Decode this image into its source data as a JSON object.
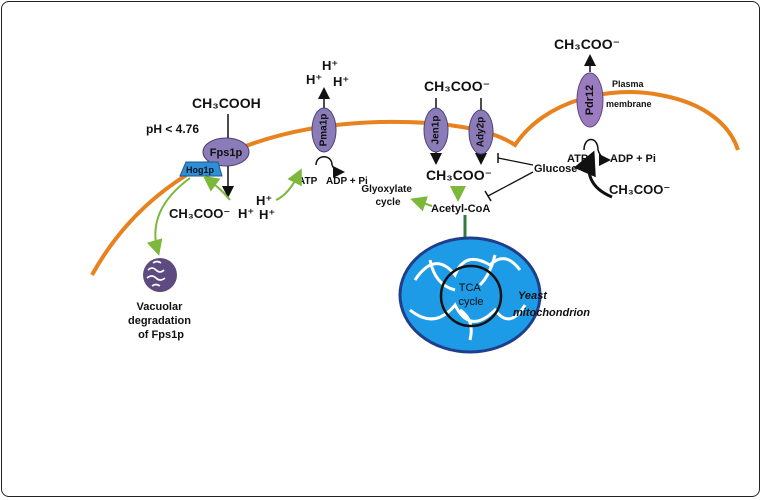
{
  "labels": {
    "ph": "pH < 4.76",
    "acetic_acid": "CH₃COOH",
    "acetate_out_right": "CH₃COO⁻",
    "acetate_top_mid": "CH₃COO⁻",
    "acetate_in_mid": "CH₃COO⁻",
    "acetate_in_left": "CH₃COO⁻",
    "acetate_in_right": "CH₃COO⁻",
    "h_out_1": "H⁺",
    "h_out_2": "H⁺",
    "h_out_3": "H⁺",
    "h_in_1": "H⁺",
    "h_in_2": "H⁺",
    "h_in_3": "H⁺",
    "atp_pma": "ATP",
    "adp_pma": "ADP + Pi",
    "atp_pdr": "ATP",
    "adp_pdr": "ADP + Pi",
    "glucose": "Glucose",
    "glyoxylate": "Glyoxylate\ncycle",
    "acetyl_coa": "Acetyl-CoA",
    "plasma_membrane": "Plasma\nmembrane",
    "vacuolar": "Vacuolar\ndegradation\nof Fps1p",
    "tca": "TCA\ncycle",
    "mito": "Yeast\nmitochondrion"
  },
  "proteins": {
    "fps1p": "Fps1p",
    "hog1p": "Hog1p",
    "pma1p": "Pma1p",
    "jen1p": "Jen1p",
    "ady2p": "Ady2p",
    "pdr12": "Pdr12"
  },
  "colors": {
    "membrane": "#E8821E",
    "protein": "#8B7BB8",
    "pdr12": "#9B7BC0",
    "hog1p": "#2E8FD8",
    "green_arrow": "#7CB83A",
    "mito_fill": "#1E9BE6",
    "mito_dark": "#1F3E8C",
    "vacuole": "#5C4A80"
  }
}
